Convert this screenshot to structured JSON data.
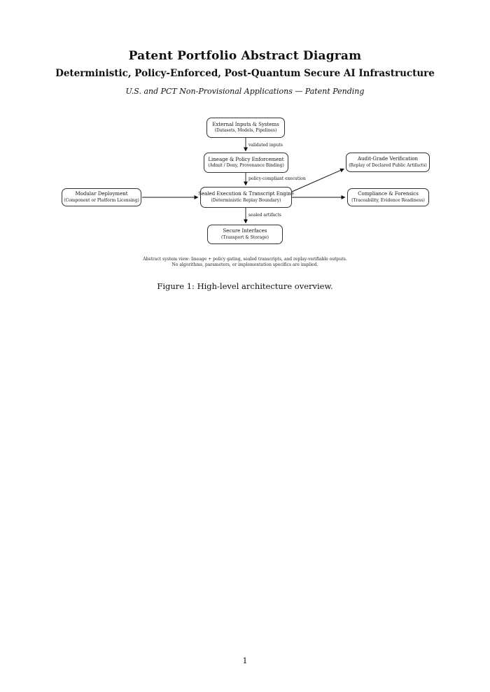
{
  "page": {
    "title": "Patent Portfolio Abstract Diagram",
    "subtitle": "Deterministic, Policy-Enforced, Post-Quantum Secure AI Infrastructure",
    "tagline": "U.S. and PCT Non-Provisional Applications — Patent Pending",
    "figure_caption": "Figure 1: High-level architecture overview.",
    "page_number": "1"
  },
  "diagram": {
    "nodes": [
      {
        "id": "external-inputs",
        "title": "External Inputs & Systems",
        "subtitle": "(Datasets, Models, Pipelines)"
      },
      {
        "id": "lineage-policy",
        "title": "Lineage & Policy Enforcement",
        "subtitle": "(Admit / Deny, Provenance Binding)"
      },
      {
        "id": "sealed-execution",
        "title": "Sealed Execution & Transcript Engine",
        "subtitle": "(Deterministic Replay Boundary)"
      },
      {
        "id": "secure-interfaces",
        "title": "Secure Interfaces",
        "subtitle": "(Transport & Storage)"
      },
      {
        "id": "modular-deployment",
        "title": "Modular Deployment",
        "subtitle": "(Component or Platform Licensing)"
      },
      {
        "id": "audit-grade-verification",
        "title": "Audit-Grade Verification",
        "subtitle": "(Replay of Declared Public Artifacts)"
      },
      {
        "id": "compliance-forensics",
        "title": "Compliance & Forensics",
        "subtitle": "(Traceability, Evidence Readiness)"
      }
    ],
    "edge_labels": {
      "validated_inputs": "validated inputs",
      "policy_compliant_execution": "policy-compliant execution",
      "sealed_artifacts": "sealed artifacts"
    },
    "footnote_line1": "Abstract system view: lineage + policy gating, sealed transcripts, and replay-verifiable outputs.",
    "footnote_line2": "No algorithms, parameters, or implementation specifics are implied."
  }
}
